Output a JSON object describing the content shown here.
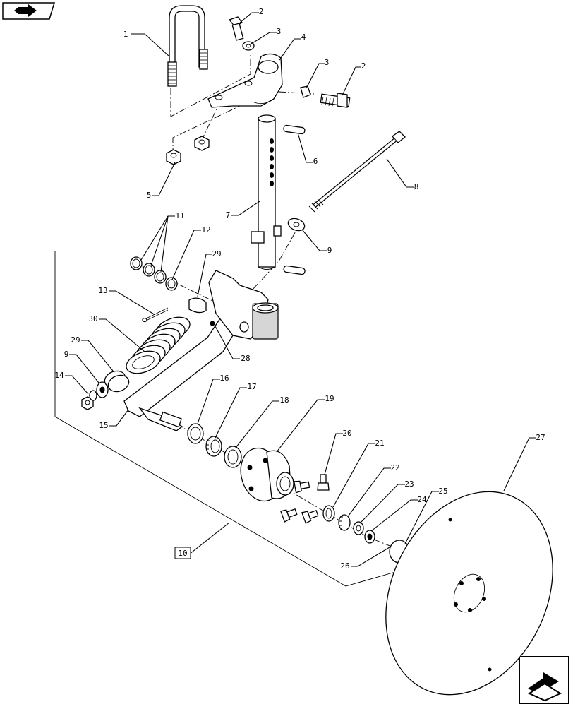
{
  "diagram": {
    "callouts": [
      {
        "id": "c1",
        "text": "1"
      },
      {
        "id": "c2a",
        "text": "2"
      },
      {
        "id": "c3a",
        "text": "3"
      },
      {
        "id": "c4",
        "text": "4"
      },
      {
        "id": "c3b",
        "text": "3"
      },
      {
        "id": "c2b",
        "text": "2"
      },
      {
        "id": "c6",
        "text": "6"
      },
      {
        "id": "c5",
        "text": "5"
      },
      {
        "id": "c8",
        "text": "8"
      },
      {
        "id": "c7",
        "text": "7"
      },
      {
        "id": "c9a",
        "text": "9"
      },
      {
        "id": "c11",
        "text": "11"
      },
      {
        "id": "c12",
        "text": "12"
      },
      {
        "id": "c29a",
        "text": "29"
      },
      {
        "id": "c13",
        "text": "13"
      },
      {
        "id": "c30",
        "text": "30"
      },
      {
        "id": "c28",
        "text": "28"
      },
      {
        "id": "c29b",
        "text": "29"
      },
      {
        "id": "c9b",
        "text": "9"
      },
      {
        "id": "c14",
        "text": "14"
      },
      {
        "id": "c15",
        "text": "15"
      },
      {
        "id": "c16",
        "text": "16"
      },
      {
        "id": "c17",
        "text": "17"
      },
      {
        "id": "c18",
        "text": "18"
      },
      {
        "id": "c19",
        "text": "19"
      },
      {
        "id": "c20",
        "text": "20"
      },
      {
        "id": "c21",
        "text": "21"
      },
      {
        "id": "c22",
        "text": "22"
      },
      {
        "id": "c23",
        "text": "23"
      },
      {
        "id": "c24",
        "text": "24"
      },
      {
        "id": "c25",
        "text": "25"
      },
      {
        "id": "c26",
        "text": "26"
      },
      {
        "id": "c27",
        "text": "27"
      }
    ],
    "assembly_ref": "10",
    "icons": {
      "top_left": "previous-page-arrow-icon",
      "bottom_right": "next-page-arrow-icon"
    }
  }
}
